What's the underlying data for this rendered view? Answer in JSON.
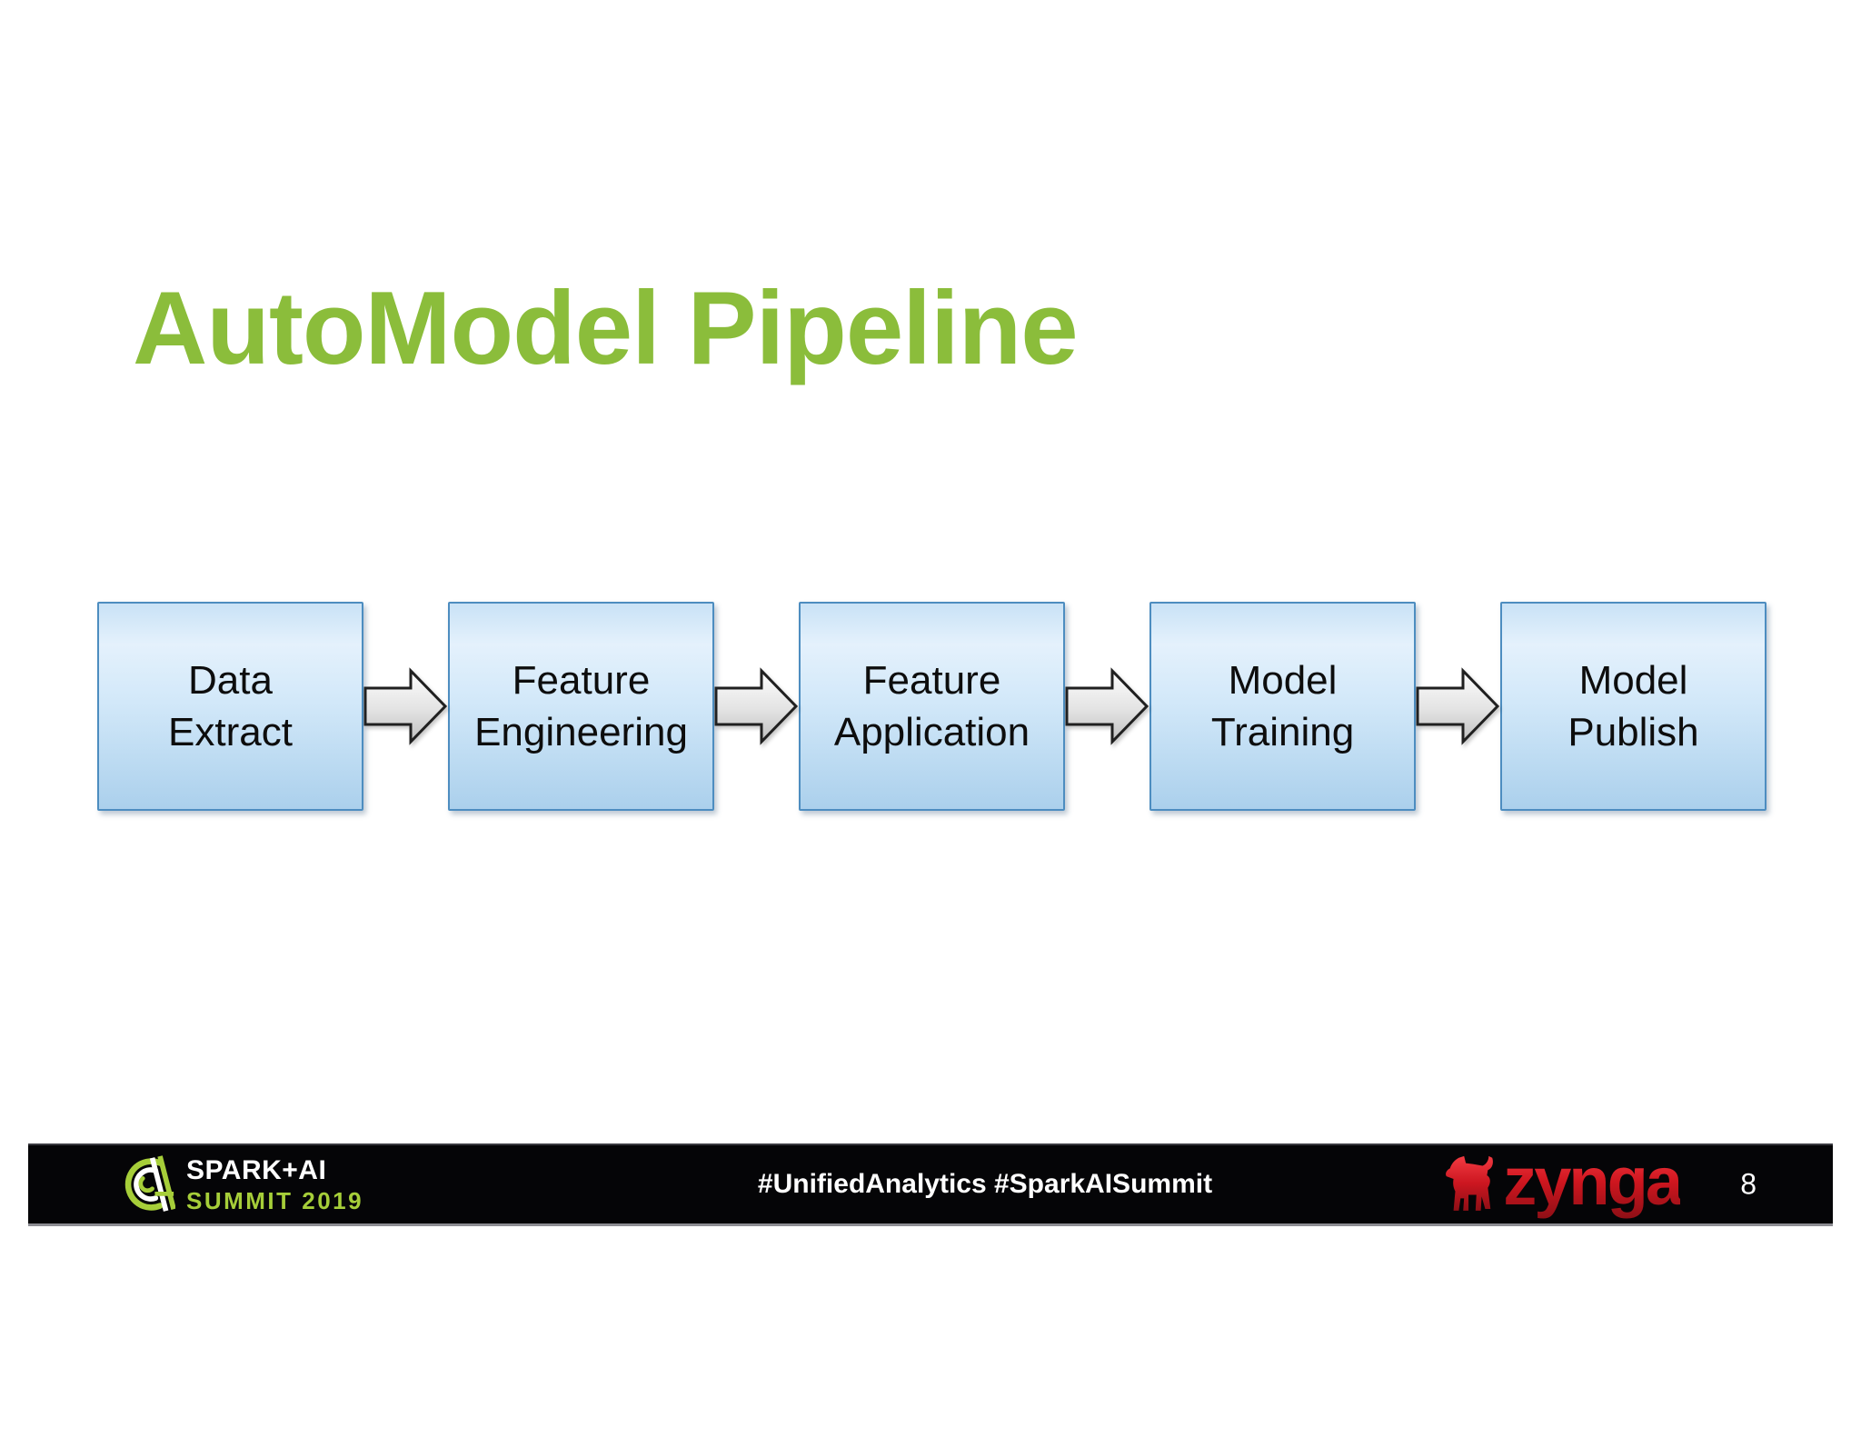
{
  "slide": {
    "title": "AutoModel Pipeline",
    "title_color": "#8bbd3b",
    "page_number": "8",
    "background": "#ffffff"
  },
  "pipeline": {
    "steps": [
      {
        "line1": "Data",
        "line2": "Extract"
      },
      {
        "line1": "Feature",
        "line2": "Engineering"
      },
      {
        "line1": "Feature",
        "line2": "Application"
      },
      {
        "line1": "Model",
        "line2": "Training"
      },
      {
        "line1": "Model",
        "line2": "Publish"
      }
    ],
    "box_fill_top": "#e4f1fc",
    "box_fill_bottom": "#abd0ec",
    "box_border": "#4d8dc0",
    "arrow_fill_top": "#fdfdfd",
    "arrow_fill_bottom": "#bfbfbf",
    "arrow_outline": "#202020"
  },
  "footer": {
    "bar_color": "#050507",
    "hashtags": "#UnifiedAnalytics #SparkAISummit",
    "conference": {
      "name": "SPARK+AI",
      "sub": "SUMMIT 2019",
      "accent_green": "#a6ce39"
    },
    "company": {
      "wordmark": "zynga",
      "red": "#cc1620"
    }
  },
  "icons": {
    "flow_arrow": "flow-arrow-icon",
    "conference_mark": "spark-ai-summit-logo-mark",
    "company_mascot": "zynga-dog-icon"
  }
}
